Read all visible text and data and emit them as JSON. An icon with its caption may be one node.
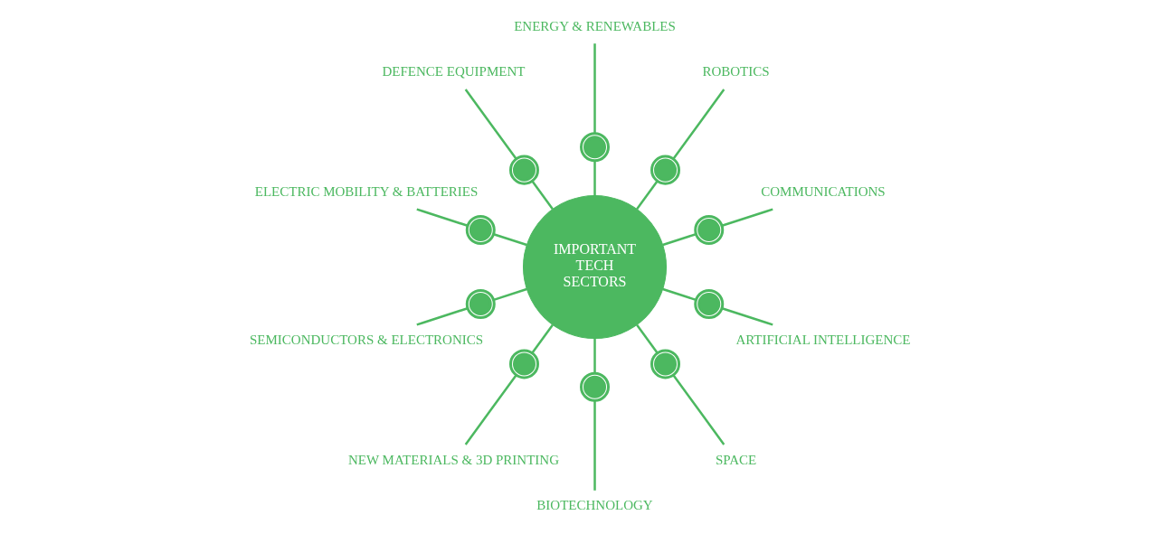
{
  "diagram": {
    "nodes": [
      {
        "text": [
          "IMPORTANT TECH SECTORS"
        ]
      },
      {
        "text": [
          "COMMUNICATIONS"
        ]
      },
      {
        "text": [],
        "shape": "circle"
      },
      {
        "text": [
          "ROBOTICS"
        ]
      },
      {
        "text": [],
        "shape": "circle"
      },
      {
        "text": [
          "ENERGY & RENEWABLES"
        ]
      },
      {
        "text": [],
        "shape": "circle"
      },
      {
        "text": [
          "DEFENCE EQUIPMENT"
        ]
      },
      {
        "text": [],
        "shape": "circle"
      },
      {
        "text": [
          "ELECTRIC MOBILITY & BATTERIES"
        ]
      },
      {
        "text": [],
        "shape": "circle"
      },
      {
        "text": [
          "SEMICONDUCTORS & ELECTRONICS"
        ]
      },
      {
        "text": [],
        "shape": "circle"
      },
      {
        "text": [
          "NEW MATERIALS & 3D PRINTING"
        ]
      },
      {
        "text": [],
        "shape": "circle"
      },
      {
        "text": [
          "BIOTECHNOLOGY"
        ]
      },
      {
        "text": [],
        "shape": "circle"
      },
      {
        "text": [
          "SPACE"
        ]
      },
      {
        "text": [],
        "shape": "circle"
      },
      {
        "text": [
          "ARTIFICIAL INTELLIGENCE"
        ]
      },
      {
        "text": [],
        "shape": "circle"
      }
    ],
    "edges": [
      {
        "from": 0,
        "to": 2,
        "arrow": "none"
      },
      {
        "from": 1,
        "to": 2,
        "arrow": "none"
      },
      {
        "from": 0,
        "to": 4,
        "arrow": "none"
      },
      {
        "from": 3,
        "to": 4,
        "arrow": "none"
      },
      {
        "from": 0,
        "to": 6,
        "arrow": "none"
      },
      {
        "from": 5,
        "to": 6,
        "arrow": "none"
      },
      {
        "from": 0,
        "to": 8,
        "arrow": "none"
      },
      {
        "from": 7,
        "to": 8,
        "arrow": "none"
      },
      {
        "from": 0,
        "to": 10,
        "arrow": "none"
      },
      {
        "from": 9,
        "to": 10,
        "arrow": "none"
      },
      {
        "from": 0,
        "to": 12,
        "arrow": "none"
      },
      {
        "from": 11,
        "to": 12,
        "arrow": "none"
      },
      {
        "from": 0,
        "to": 14,
        "arrow": "none"
      },
      {
        "from": 13,
        "to": 14,
        "arrow": "none"
      },
      {
        "from": 0,
        "to": 16,
        "arrow": "none"
      },
      {
        "from": 15,
        "to": 16,
        "arrow": "none"
      },
      {
        "from": 0,
        "to": 18,
        "arrow": "none"
      },
      {
        "from": 17,
        "to": 18,
        "arrow": "none"
      },
      {
        "from": 0,
        "to": 20,
        "arrow": "none"
      },
      {
        "from": 19,
        "to": 20,
        "arrow": "none"
      }
    ]
  }
}
